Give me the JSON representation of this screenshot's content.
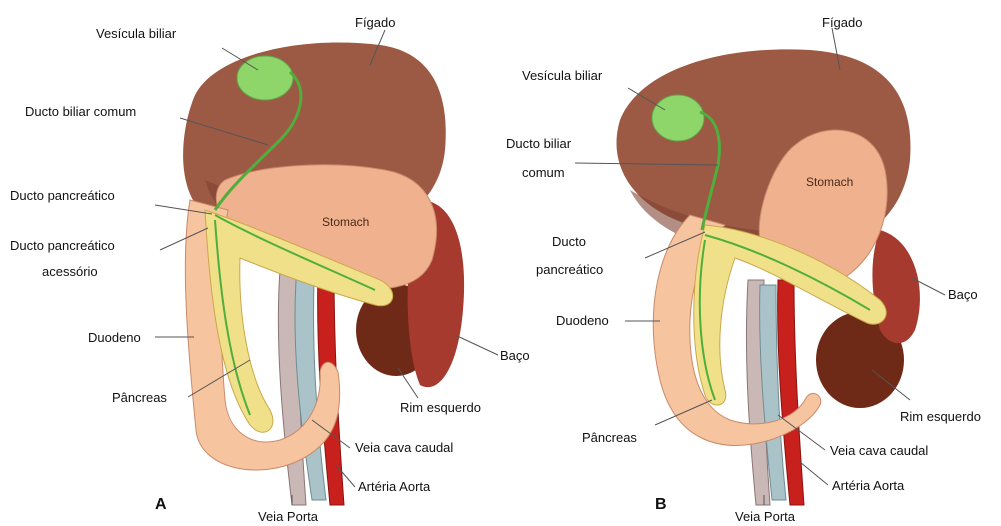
{
  "panel_a": {
    "letter": "A",
    "labels": {
      "gallbladder": "Vesícula biliar",
      "liver": "Fígado",
      "common_bile_duct": "Ducto biliar comum",
      "pancreatic_duct": "Ducto pancreático",
      "accessory_duct_line1": "Ducto pancreático",
      "accessory_duct_line2": "acessório",
      "duodenum": "Duodeno",
      "pancreas": "Pâncreas",
      "spleen": "Baço",
      "left_kidney": "Rim esquerdo",
      "caudal_vena_cava": "Veia cava caudal",
      "aorta": "Artéria Aorta",
      "portal_vein": "Veia Porta",
      "stomach": "Stomach"
    }
  },
  "panel_b": {
    "letter": "B",
    "labels": {
      "gallbladder": "Vesícula biliar",
      "liver": "Fígado",
      "common_bile_duct_line1": "Ducto biliar",
      "common_bile_duct_line2": "comum",
      "pancreatic_duct_line1": "Ducto",
      "pancreatic_duct_line2": "pancreático",
      "duodenum": "Duodeno",
      "pancreas": "Pâncreas",
      "spleen": "Baço",
      "left_kidney": "Rim esquerdo",
      "caudal_vena_cava": "Veia cava caudal",
      "aorta": "Artéria Aorta",
      "portal_vein": "Veia Porta",
      "stomach": "Stomach"
    }
  },
  "colors": {
    "liver": "#9c5a44",
    "liver_light": "#b8735a",
    "gallbladder": "#8fd66a",
    "stomach": "#f0b28e",
    "pancreas": "#f1e08a",
    "duodenum": "#f6c49f",
    "duct": "#4fae3c",
    "kidney": "#6e2a16",
    "spleen": "#a63a2e",
    "aorta": "#c8201c",
    "vena_cava": "#a9c3c9",
    "portal_vein": "#c9b8b6"
  }
}
